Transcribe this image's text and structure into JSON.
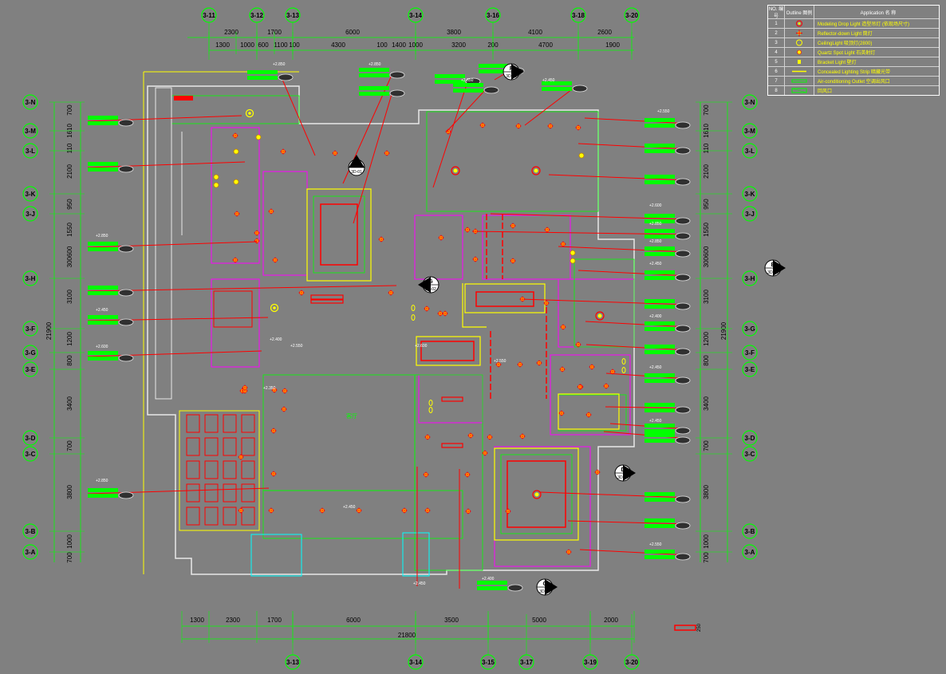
{
  "grid_top": [
    "3-11",
    "3-12",
    "3-13",
    "3-14",
    "3-16",
    "3-18",
    "3-20"
  ],
  "grid_bottom": [
    "3-13",
    "3-14",
    "3-15",
    "3-17",
    "3-19",
    "3-20"
  ],
  "grid_left": [
    "3-N",
    "3-M",
    "3-L",
    "3-K",
    "3-J",
    "3-H",
    "3-F",
    "3-G",
    "3-E",
    "3-D",
    "3-C",
    "3-B",
    "3-A"
  ],
  "grid_right": [
    "3-N",
    "3-M",
    "3-L",
    "3-K",
    "3-J",
    "3-H",
    "3-G",
    "3-F",
    "3-E",
    "3-D",
    "3-C",
    "3-B",
    "3-A"
  ],
  "dims_top_row1": [
    "2300",
    "1700",
    "6000",
    "3800",
    "4100",
    "2600"
  ],
  "dims_top_row2": [
    "1300",
    "1000",
    "600",
    "1100",
    "100",
    "4300",
    "100",
    "1400",
    "1000",
    "3200",
    "200",
    "4700",
    "1900"
  ],
  "dims_bottom_row1": [
    "1300",
    "2300",
    "1700",
    "6000",
    "3500",
    "5000",
    "2000"
  ],
  "dims_bottom_total": "21800",
  "dims_left": [
    "700",
    "1610",
    "110",
    "2100",
    "950",
    "1550",
    "300600",
    "3100",
    "1200",
    "800",
    "3400",
    "700",
    "3800",
    "1000",
    "700"
  ],
  "dims_left_total": "21900",
  "dims_right": [
    "700",
    "1610",
    "110",
    "2100",
    "950",
    "1550",
    "300600",
    "3100",
    "1200",
    "800",
    "3400",
    "700",
    "3800",
    "1000",
    "700"
  ],
  "dims_right_total": "21900",
  "section_markers": [
    {
      "letter": "A",
      "ref": "3D-01"
    },
    {
      "letter": "F",
      "ref": "3D-03"
    },
    {
      "letter": "E",
      "ref": "3D-02"
    },
    {
      "letter": "G",
      "ref": "3D-02"
    },
    {
      "letter": "D",
      "ref": "3D-02"
    },
    {
      "letter": "C",
      "ref": "3D-02"
    }
  ],
  "level_marks": [
    "+2.850",
    "+2.850",
    "+2.850",
    "+2.450",
    "+2.550",
    "+2.850",
    "+2.450",
    "+2.600",
    "+2.400",
    "+2.550",
    "+2.600",
    "+2.600",
    "+2.850",
    "+2.850",
    "+2.450",
    "+2.400",
    "+2.450",
    "+2.450",
    "+2.550",
    "+2.850",
    "+2.350",
    "+2.450",
    "+2.400",
    "+2.450",
    "+2.550"
  ],
  "room_label": "客厅",
  "scale_label": "250",
  "legend": {
    "headers": {
      "no": "NO. 编号",
      "outline": "Outline 图例",
      "application": "Application 名 称"
    },
    "rows": [
      {
        "no": "1",
        "symbol": "modeling-drop-light-icon",
        "text": "Modeling Drop Light 造型吊灯 (依现场尺寸)"
      },
      {
        "no": "2",
        "symbol": "reflector-down-light-icon",
        "text": "Reflector-down Light 筒灯"
      },
      {
        "no": "3",
        "symbol": "ceiling-light-icon",
        "text": "CeilingLight 吸顶灯(2800)"
      },
      {
        "no": "4",
        "symbol": "quartz-spot-light-icon",
        "text": "Quartz Spot Light 石英射灯"
      },
      {
        "no": "5",
        "symbol": "bracket-light-icon",
        "text": "Bracket Light 壁灯"
      },
      {
        "no": "6",
        "symbol": "concealed-lighting-strip-icon",
        "text": "Concealed Lighting Strip 暗藏光带"
      },
      {
        "no": "7",
        "symbol": "ac-outlet-icon",
        "text": "Air-conditioning Outlet 空调出风口"
      },
      {
        "no": "8",
        "symbol": "return-air-icon",
        "text": "回风口"
      }
    ]
  },
  "colors": {
    "background": "#808080",
    "wall_magenta": "#ff00ff",
    "green": "#00ff00",
    "red": "#ff0000",
    "yellow": "#ffff00",
    "cyan": "#00ffff"
  }
}
